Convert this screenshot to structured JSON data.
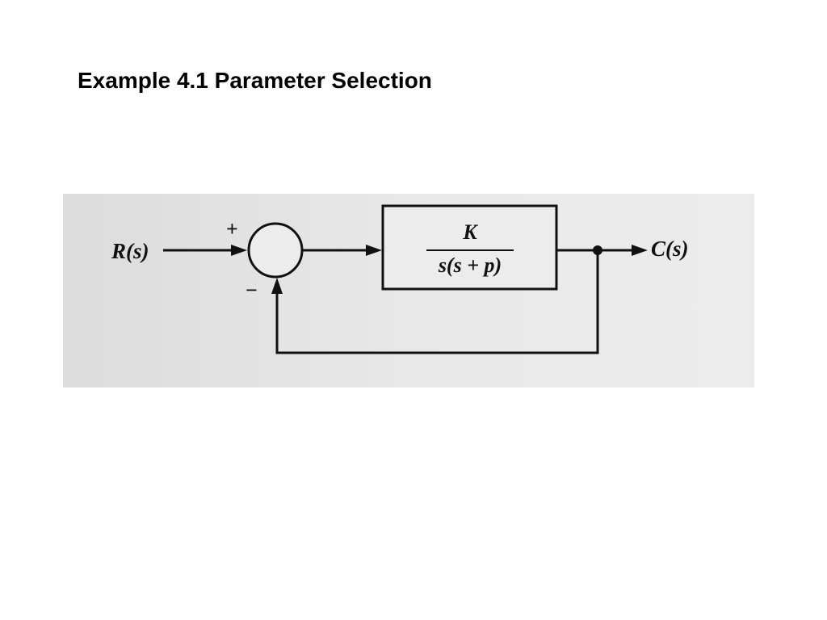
{
  "slide": {
    "title": "Example 4.1 Parameter Selection"
  },
  "diagram": {
    "input_label": "R(s)",
    "output_label": "C(s)",
    "plus_sign": "+",
    "minus_sign": "−",
    "block": {
      "numerator": "K",
      "denominator": "s(s + p)"
    },
    "colors": {
      "scan_background": "#e4e4e4",
      "ink": "#111111"
    }
  }
}
